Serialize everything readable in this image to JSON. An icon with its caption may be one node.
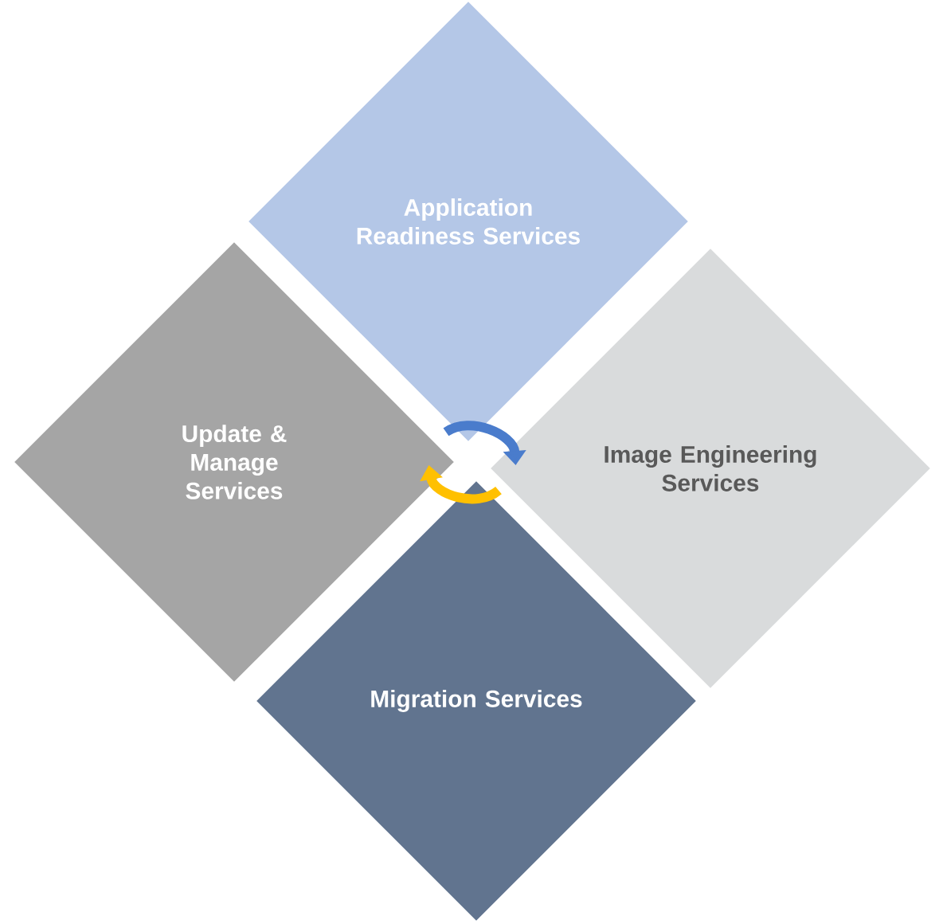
{
  "diagram": {
    "nodes": [
      {
        "text": [
          "Application Readiness Services"
        ]
      },
      {
        "text": [
          "Update & Manage Services"
        ]
      },
      {
        "text": [
          "Image Engineering Services"
        ]
      },
      {
        "text": [
          "Migration Services"
        ]
      }
    ],
    "edges": [
      {
        "from": 0,
        "to": 2,
        "arrow": "to",
        "color": "#4a7ccc"
      },
      {
        "from": 3,
        "to": 1,
        "arrow": "to",
        "color": "#ffc000"
      }
    ]
  }
}
